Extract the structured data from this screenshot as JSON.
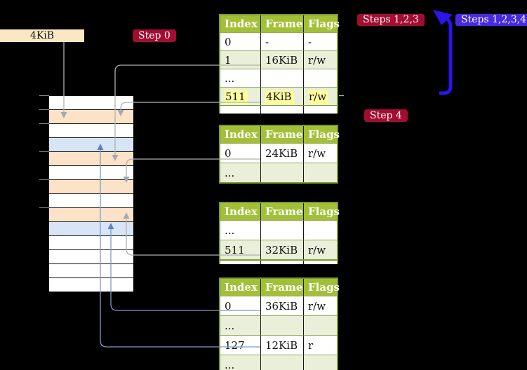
{
  "frame_box": {
    "label": "4KiB"
  },
  "badges": {
    "step0": "Step 0",
    "steps123": "Steps 1,2,3",
    "steps1234": "Steps 1,2,3,4",
    "step4": "Step 4"
  },
  "page_tables": [
    {
      "id": "level-table-1",
      "headers": [
        "Index",
        "Frame",
        "Flags"
      ],
      "rows": [
        {
          "cells": [
            "0",
            "-",
            "-"
          ],
          "shaded": false,
          "highlighted": false
        },
        {
          "cells": [
            "1",
            "16KiB",
            "r/w"
          ],
          "shaded": true,
          "highlighted": false
        },
        {
          "cells": [
            "...",
            "",
            ""
          ],
          "shaded": false,
          "highlighted": false
        },
        {
          "cells": [
            "511",
            "4KiB",
            "r/w"
          ],
          "shaded": true,
          "highlighted": true
        }
      ]
    },
    {
      "id": "level-table-2",
      "headers": [
        "Index",
        "Frame",
        "Flags"
      ],
      "rows": [
        {
          "cells": [
            "0",
            "24KiB",
            "r/w"
          ],
          "shaded": false,
          "highlighted": false
        },
        {
          "cells": [
            "...",
            "",
            ""
          ],
          "shaded": true,
          "highlighted": false
        }
      ]
    },
    {
      "id": "level-table-3",
      "headers": [
        "Index",
        "Frame",
        "Flags"
      ],
      "rows": [
        {
          "cells": [
            "...",
            "",
            ""
          ],
          "shaded": false,
          "highlighted": false
        },
        {
          "cells": [
            "511",
            "32KiB",
            "r/w"
          ],
          "shaded": true,
          "highlighted": false
        }
      ]
    },
    {
      "id": "level-table-4",
      "headers": [
        "Index",
        "Frame",
        "Flags"
      ],
      "rows": [
        {
          "cells": [
            "0",
            "36KiB",
            "r/w"
          ],
          "shaded": false,
          "highlighted": false
        },
        {
          "cells": [
            "...",
            "",
            ""
          ],
          "shaded": true,
          "highlighted": false
        },
        {
          "cells": [
            "127",
            "12KiB",
            "r"
          ],
          "shaded": false,
          "highlighted": false
        },
        {
          "cells": [
            "...",
            "",
            ""
          ],
          "shaded": true,
          "highlighted": false
        }
      ]
    }
  ],
  "memory_stack": {
    "rows": [
      "white",
      "peach",
      "white",
      "blue",
      "peach",
      "white",
      "peach",
      "white",
      "peach",
      "blue",
      "white",
      "white",
      "white",
      "white"
    ]
  },
  "colors": {
    "background": "#000000",
    "frame_box_bg": "#FAE7C4",
    "badge_red": "#A30D31",
    "badge_blue": "#4829E1",
    "thick_arrow_blue": "#2A16E6",
    "connector_gray": "#B0B0B0",
    "connector_blue": "#7B99CC",
    "table_header_bg": "#A2C037",
    "table_border": "#7C9A2D",
    "row_shaded_green": "#E9EFD8",
    "memory_peach": "#FCE3C7",
    "memory_blue": "#D8E5F6",
    "highlight_yellow": "#FEFE9C"
  }
}
